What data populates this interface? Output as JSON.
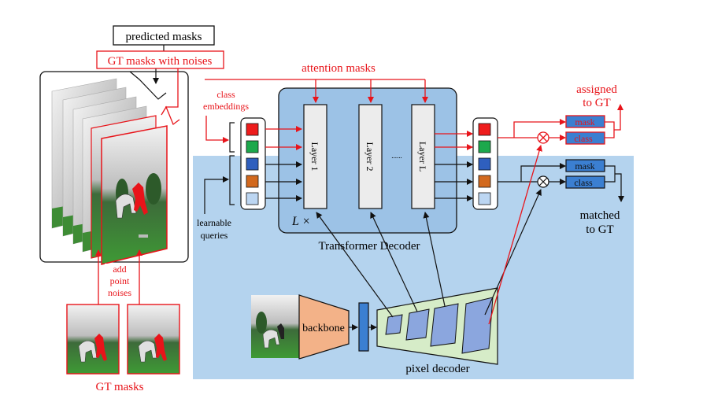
{
  "labels": {
    "predicted_masks": "predicted masks",
    "gt_masks_with_noises": "GT masks  with noises",
    "attention_masks": "attention masks",
    "class_embeddings_line1": "class",
    "class_embeddings_line2": "embeddings",
    "learnable_queries_line1": "learnable",
    "learnable_queries_line2": "queries",
    "layer_1": "Layer 1",
    "layer_2": "Layer 2",
    "layer_l": "Layer L",
    "ellipsis": "......",
    "lx": "L ×",
    "transformer_decoder": "Transformer Decoder",
    "assigned_line1": "assigned",
    "assigned_line2": "to GT",
    "matched_line1": "matched",
    "matched_line2": "to GT",
    "mask": "mask",
    "class": "class",
    "add_line1": "add",
    "add_line2": "point",
    "add_line3": "noises",
    "gt_masks": "GT masks",
    "backbone": "backbone",
    "pixel_decoder": "pixel decoder"
  },
  "colors": {
    "red": "#e8141a",
    "panel_blue": "#b4d3ee",
    "decoder_blue": "#9cc2e6",
    "layer_gray": "#ececec",
    "backbone_orange": "#f3b288",
    "pixel_green": "#d6ecc8",
    "feature_blue": "#8ba6de",
    "token_red": "#ee1c1c",
    "token_green": "#1ca84c",
    "token_blue": "#2f5fbe",
    "token_orange": "#d2691e",
    "token_light": "#bcd6f2",
    "token_blue_box": "#3b7fd1"
  }
}
